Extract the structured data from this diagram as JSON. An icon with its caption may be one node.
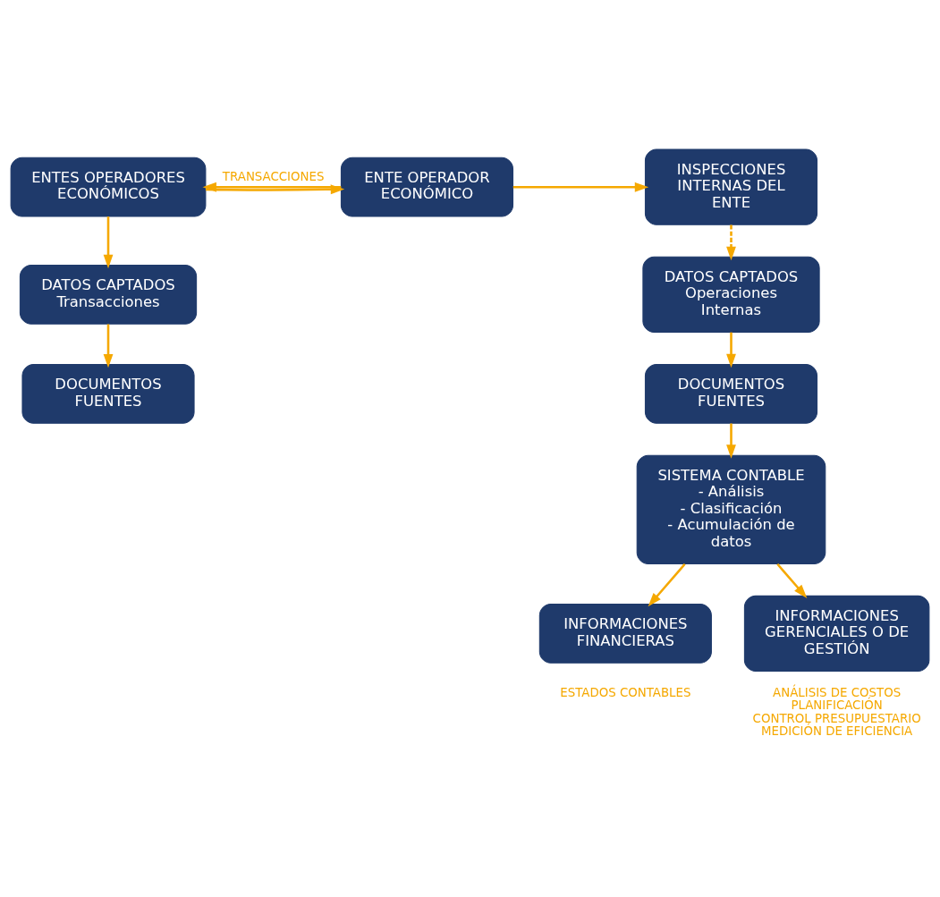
{
  "diagram": {
    "nodes": [
      {
        "text": [
          "ENTES OPERADORES ECONÓMICOS"
        ]
      },
      {
        "text": [
          "ENTE OPERADOR ECONÓMICO"
        ]
      },
      {
        "text": [
          "INSPECCIONES INTERNAS DEL ENTE"
        ]
      },
      {
        "text": [
          "DATOS CAPTADOS",
          "Transacciones"
        ]
      },
      {
        "text": [
          "DATOS CAPTADOS",
          "Operaciones Internas"
        ]
      },
      {
        "text": [
          "DOCUMENTOS FUENTES"
        ]
      },
      {
        "text": [
          "SISTEMA CONTABLE",
          "- Análisis",
          "- Clasificación",
          "- Acumulación de datos"
        ]
      },
      {
        "text": [
          "DOCUMENTOS FUENTES"
        ]
      },
      {
        "text": [
          "INFORMACIONES FINANCIERAS"
        ],
        "beside": [
          "ESTADOS CONTABLES"
        ]
      },
      {
        "text": [
          "INFORMACIONES GERENCIALES O DE GESTIÓN"
        ],
        "beside": [
          "ANÁLISIS DE COSTOS",
          "PLANIFICACIÓN",
          "CONTROL PRESUPUESTARIO",
          "MEDICIÓN DE EFICIENCIA"
        ]
      }
    ],
    "edges": [
      {
        "from": 1,
        "to": 0,
        "arrow": "to",
        "label": "TRANSACCIONES"
      },
      {
        "from": 0,
        "to": 1,
        "arrow": "to"
      },
      {
        "from": 0,
        "to": 3,
        "arrow": "to"
      },
      {
        "from": 1,
        "to": 2,
        "arrow": "to"
      },
      {
        "from": 2,
        "to": 4,
        "arrow": "to",
        "style": "dashed"
      },
      {
        "from": 3,
        "to": 5,
        "arrow": "to"
      },
      {
        "from": 4,
        "to": 7,
        "arrow": "to"
      },
      {
        "from": 7,
        "to": 6,
        "arrow": "to"
      },
      {
        "from": 6,
        "to": 8,
        "arrow": "to"
      },
      {
        "from": 6,
        "to": 9,
        "arrow": "to"
      }
    ]
  }
}
